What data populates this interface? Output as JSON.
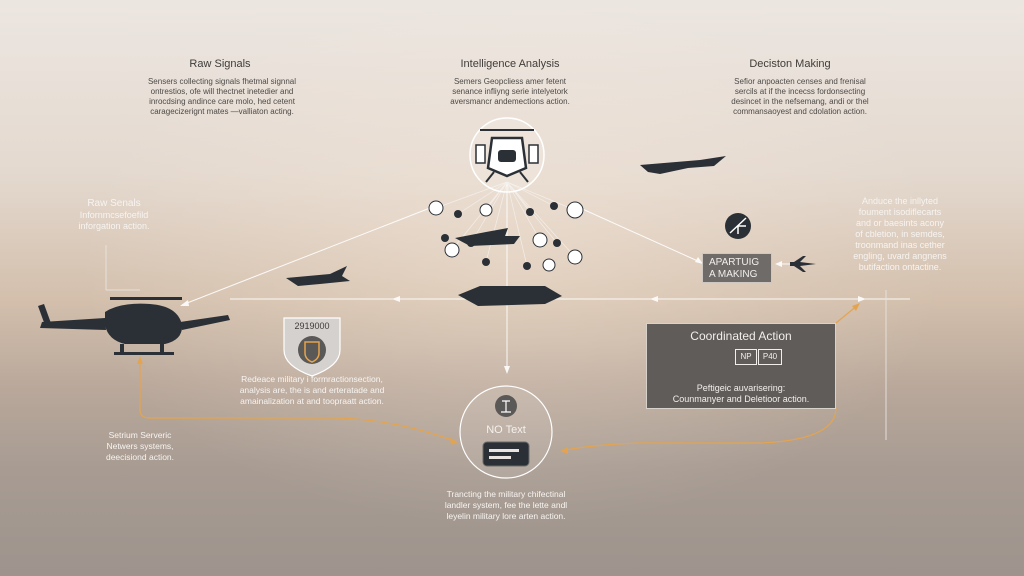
{
  "columns": {
    "left": {
      "title": "Raw Signals",
      "desc": [
        "Sensers collecting signals fhetmal signnal",
        "ontrestios, ofe will thectnet inetedier and",
        "inrocdsing andince care molo, hed cetent",
        "caragecizerignt mates —valliaton acting."
      ]
    },
    "center": {
      "title": "Intelligence Analysis",
      "desc": [
        "Semers Geopcliess amer fetent",
        "senance infliyng serie intelyetork",
        "aversmancr andemections action."
      ]
    },
    "right": {
      "title": "Deciston Making",
      "desc": [
        "Sefior anpoacten censes and frenisal",
        "sercils at if the incecss fordonsecting",
        "desincet in the nefsemang, andi or thel",
        "commansaoyest and cdolation action."
      ]
    }
  },
  "side_left": {
    "title": "Raw Senals",
    "lines": [
      "Infornmcsefoefild",
      "inforgation action."
    ]
  },
  "side_right": {
    "lines": [
      "Anduce the inllyted",
      "foument isodiflecarts",
      "and or baesints acony",
      "of cbletion, in semdes,",
      "troonmand inas cether",
      "engling, uvard angnens",
      "butifaction ontactine."
    ]
  },
  "apartuig": {
    "line1": "APARTUIG",
    "line2": "A MAKING"
  },
  "coordinated": {
    "title": "Coordinated Action",
    "badge1": "NP",
    "badge2": "P40",
    "line1": "Peftigeic auvarisering:",
    "line2": "Counmanyer and Deletioor action."
  },
  "shield": {
    "number": "2919000",
    "caption": [
      "Redeace military i formractionsection,",
      "analysis are, the is and erteratade and",
      "amainalization at and toopraatt action."
    ]
  },
  "no_text": {
    "label": "NO Text",
    "caption": [
      "Trancting the military chifectinal",
      "landler system, fee the lette andl",
      "leyelin military lore arten action."
    ]
  },
  "bottom_left": {
    "lines": [
      "Setrium Serveric",
      "Netwers systems,",
      "deecisiond action."
    ]
  },
  "colors": {
    "accent": "#e4a44f",
    "line": "#ffffff",
    "silhouette": "#2b3036",
    "panel": "#5f5c5a"
  },
  "icons": [
    "helicopter-icon",
    "drone-icon",
    "jet-icon",
    "airplane-icon",
    "shield-icon",
    "scope-icon",
    "ship-icon",
    "truck-icon",
    "network-node-icon"
  ]
}
